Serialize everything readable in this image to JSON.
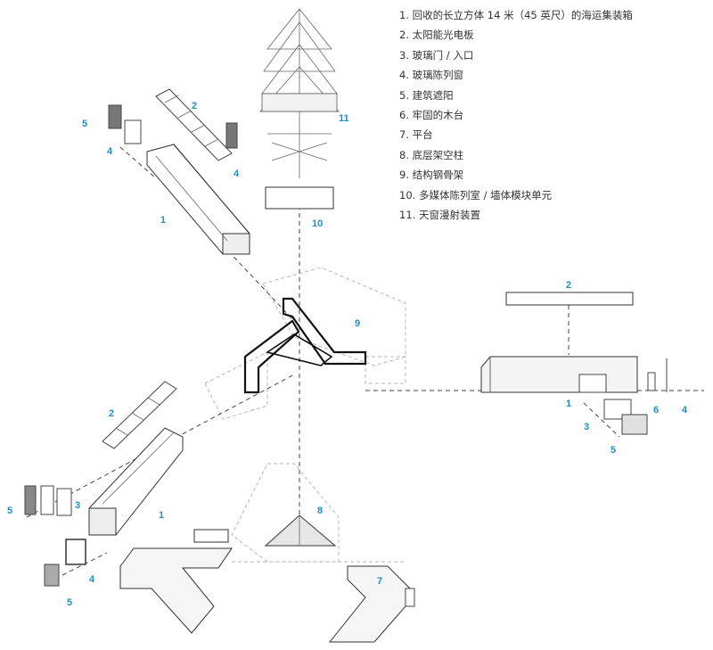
{
  "legend": [
    "1. 回收的长立方体 14 米（45 英尺）的海运集装箱",
    "2. 太阳能光电板",
    "3. 玻璃门 / 入口",
    "4. 玻璃陈列窗",
    "5. 建筑遮阳",
    "6. 牢固的木台",
    "7. 平台",
    "8. 底层架空柱",
    "9. 结构钢骨架",
    "10. 多媒体陈列室 / 墙体模块单元",
    "11. 天窗漫射装置"
  ],
  "callouts": {
    "skylight": "11",
    "media_room": "10",
    "steel_frame": "9",
    "pilotis": "8",
    "platform": "7",
    "deck": "6",
    "container": "1",
    "solar": "2",
    "door": "3",
    "window": "4",
    "shade": "5"
  },
  "colors": {
    "callout": "#1a8fc9",
    "line": "#333333",
    "ghost": "#b5b5b5"
  }
}
